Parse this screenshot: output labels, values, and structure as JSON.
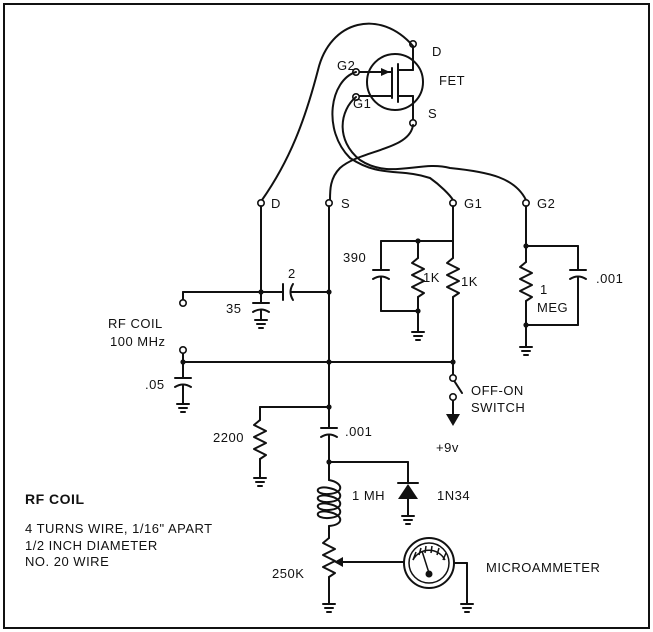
{
  "fet": {
    "name": "FET",
    "drain": "D",
    "source": "S",
    "gate1": "G1",
    "gate2": "G2"
  },
  "terminals": {
    "d": "D",
    "s": "S",
    "g1": "G1",
    "g2": "G2"
  },
  "components": {
    "c_drain": "35",
    "c_coupling": "2",
    "c_390": "390",
    "r_1k_a": "1K",
    "r_1k_b": "1K",
    "r_meg_1": "1",
    "r_meg_2": "MEG",
    "c_001_g2": ".001",
    "c_05": ".05",
    "r_2200": "2200",
    "c_001_src": ".001",
    "l_1mh": "1 MH",
    "d_1n34": "1N34",
    "r_250k": "250K",
    "meter": "MICROAMMETER"
  },
  "rf_coil_label": {
    "line1": "RF COIL",
    "line2": "100 MHz"
  },
  "switch": {
    "line1": "OFF-ON",
    "line2": "SWITCH"
  },
  "supply": "+9v",
  "notes": {
    "title": "RF COIL",
    "line1": "4 TURNS WIRE, 1/16\" APART",
    "line2": "1/2 INCH DIAMETER",
    "line3": "NO. 20 WIRE"
  }
}
